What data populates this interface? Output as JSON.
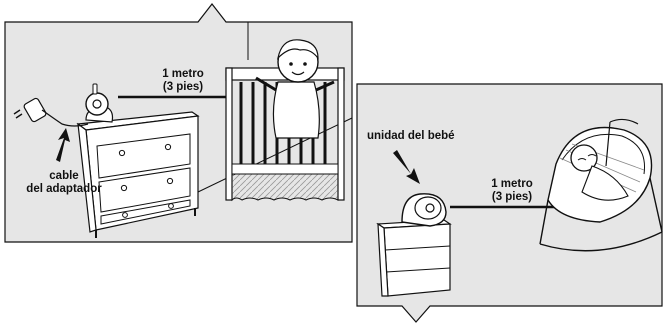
{
  "panel_nursery": {
    "distance_label_line1": "1 metro",
    "distance_label_line2": "(3 pies)",
    "cable_label_line1": "cable",
    "cable_label_line2": "del adaptador"
  },
  "panel_bouncer": {
    "unit_label": "unidad del bebé",
    "distance_label_line1": "1 metro",
    "distance_label_line2": "(3 pies)"
  },
  "colors": {
    "panel_bg": "#e6e6e6",
    "outline": "#111111",
    "furniture": "#ffffff"
  }
}
